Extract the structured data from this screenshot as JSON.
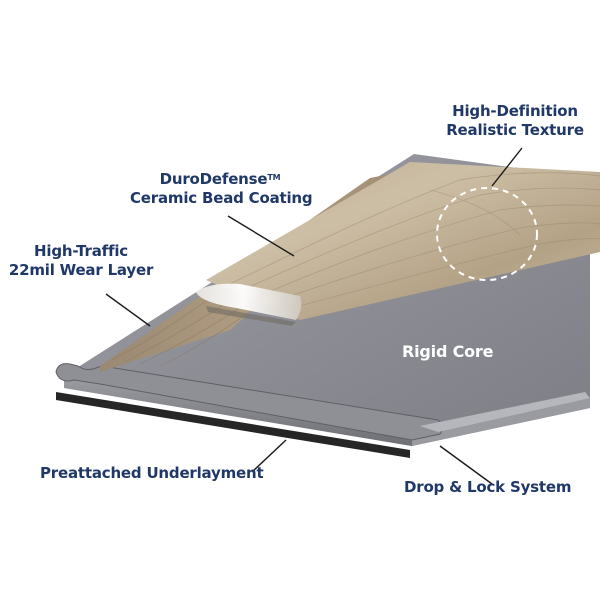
{
  "labels": {
    "texture": {
      "line1": "High-Definition",
      "line2": "Realistic Texture"
    },
    "coating": {
      "line1": "DuroDefense",
      "mark": "TM",
      "line2": "Ceramic Bead Coating"
    },
    "wear": {
      "line1": "High-Traffic",
      "line2": "22mil Wear Layer"
    },
    "core": "Rigid Core",
    "underlayment": "Preattached Underlayment",
    "lock": "Drop & Lock System"
  },
  "colors": {
    "label_text": "#1f3868",
    "core_text": "#ffffff",
    "core_gray": "#8c8d94",
    "wood_light": "#c8b79b",
    "wood_mid": "#9f8c73",
    "underlayment": "#262626"
  }
}
